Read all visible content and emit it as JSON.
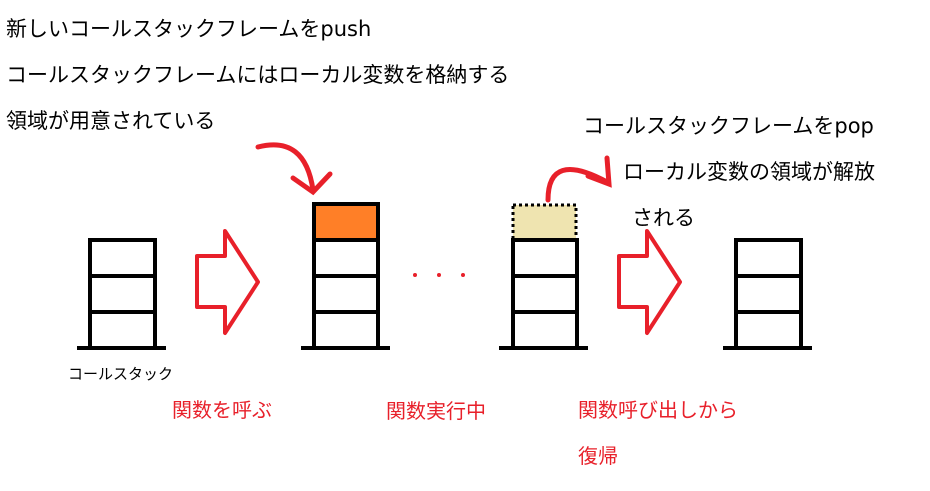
{
  "notes": {
    "push_line1": "新しいコールスタックフレームをpush",
    "push_line2": "コールスタックフレームにはローカル変数を格納する",
    "push_line3": "領域が用意されている",
    "pop_line1": "コールスタックフレームをpop",
    "pop_line2": "ローカル変数の領域が解放",
    "pop_line3": "される"
  },
  "labels": {
    "call_stack": "コールスタック",
    "call_function": "関数を呼ぶ",
    "executing": "関数実行中",
    "return_line1": "関数呼び出しから",
    "return_line2": "復帰"
  },
  "colors": {
    "arrow": "#e8202a",
    "pushed_frame": "#ff7f27",
    "popped_frame": "#efe4b0",
    "stack": "#000000"
  }
}
